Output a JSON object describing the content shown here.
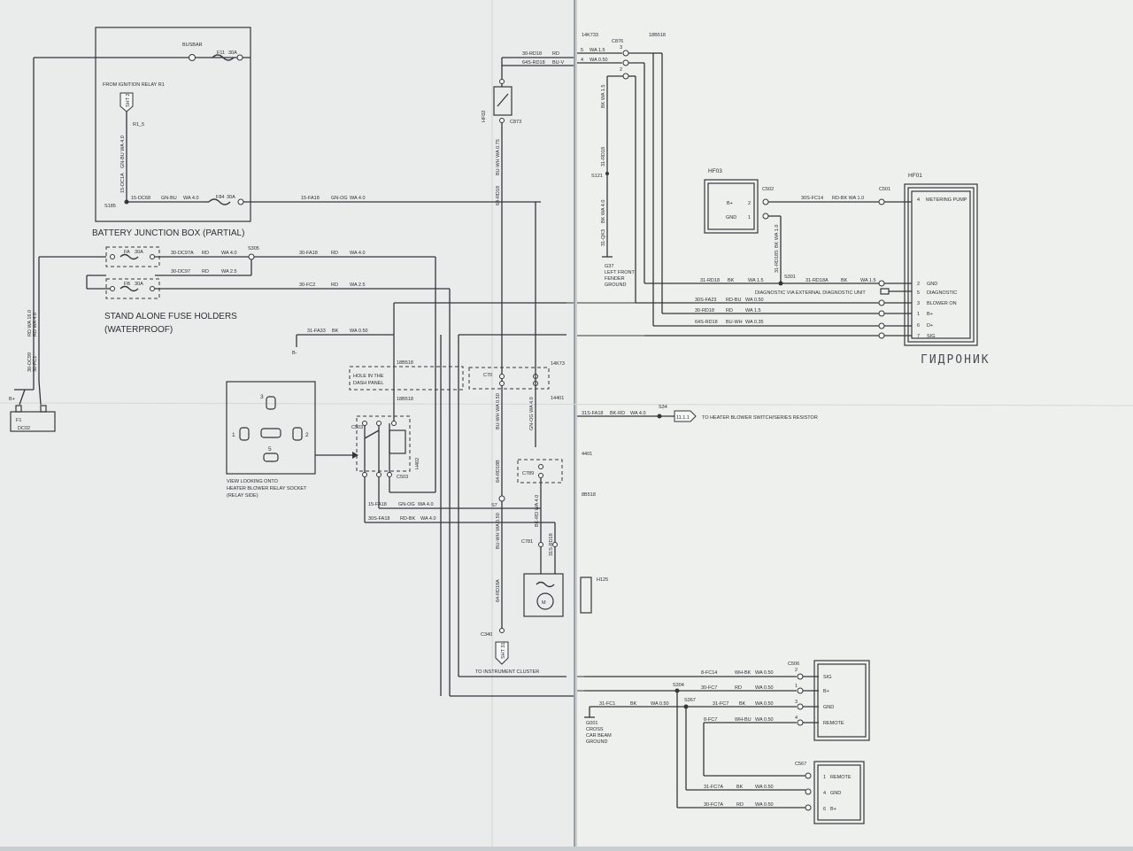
{
  "labels": {
    "busbar": "BUSBAR",
    "f11": "F11",
    "f11_amp": "30A",
    "from_ignition": "FROM IGNITION RELAY R1",
    "sht2": "SHT 2",
    "r1_5": "R1_5",
    "wire_15dc1a": "15-DC1A",
    "wire_gnbu_40_v": "GN-BU  WA  4.0",
    "s185": "S185",
    "wire_15dc68": "15-DC68",
    "gnbu": "GN-BU",
    "wa40": "WA  4.0",
    "f84": "F84",
    "f84_amp": "30A",
    "wire_15fa18": "15-FA18",
    "gnog": "GN-OG",
    "battery_junction_box": "BATTERY JUNCTION BOX (PARTIAL)",
    "fa": "FA",
    "fa_amp": "30A",
    "wire_30dc97a": "30-DC97A",
    "rd": "RD",
    "s305": "S305",
    "wire_30fa18": "30-FA18",
    "wire_30dc97": "30-DC97",
    "wa25": "WA  2.5",
    "fb": "FB",
    "fb_amp": "30A",
    "wire_30fc2": "30-FC2",
    "stand_alone_1": "STAND ALONE FUSE HOLDERS",
    "stand_alone_2": "(WATERPROOF)",
    "wire_31fa33": "31-FA33",
    "bk": "BK",
    "wa050": "WA  0.50",
    "b_minus": "B-",
    "wire_rd_wa160": "RD   WA  16.0",
    "wire_rd_wa40": "RD   WA  4.0",
    "wire_30dc99": "30-DC99",
    "wire_30fc1": "30-FC1",
    "b_plus": "B+",
    "dc02": "DC02",
    "f1": "F1",
    "view_1": "VIEW LOOKING ONTO",
    "view_2": "HEATER BLOWER RELAY SOCKET",
    "view_3": "(RELAY SIDE)",
    "pin1": "1",
    "pin2": "2",
    "pin3": "3",
    "pin5": "5",
    "hole_1": "HOLE IN THE",
    "hole_2": "DASH PANEL",
    "c_18b518_a": "18B518",
    "c_18b518_b": "18B518",
    "c503": "C503",
    "c503b": "C503",
    "h402": "H402",
    "wire_15fa18b": "15-FA18",
    "wire_30sfa18": "30S-FA18",
    "rdbk": "RD-BK",
    "wire_30rd18": "30-RD18",
    "wire_64srd18": "64S-RD18",
    "buv": "BU-V",
    "hf02": "HF02",
    "c873": "C873",
    "buwh_075": "BU-WH  WA  0.75",
    "wire_64srd18_v": "64-RD18",
    "c70": "C70",
    "c_14k73": "14K73",
    "c_14401": "14401",
    "gnog_v": "GN-OG  WA  4.0",
    "buwh_050": "BU-WH  WA  0.50",
    "wire_64srd18b": "64-RD18B",
    "c789": "C789",
    "c_4401": "4401",
    "c_8b518": "8B518",
    "s7": "S7",
    "bkrd_40": "BK-RD  WA  4.0",
    "wire_31srd18": "31S-RD18",
    "c781": "C781",
    "buwh_050b": "BU-WH  WA  0.50",
    "wire_64srd18a": "64-RD18A",
    "h125": "H125",
    "c340": "C340",
    "sht31": "SHT 31",
    "to_cluster": "TO INSTRUMENT CLUSTER",
    "c_14k733": "14K733",
    "c876": "C876",
    "c_18b518_r": "18B518",
    "wa15": "WA  1.5",
    "wa050r": "WA  0.50",
    "p5": "5",
    "p4": "4",
    "p3": "3",
    "p2": "2",
    "bk_wa15": "BK   WA  1.5",
    "wire_31rd18": "31-RD18",
    "s121": "S121",
    "bk_wa40": "BK   WA  4.0",
    "wire_31qk3": "31-QK3",
    "g37_1": "G37",
    "g37_2": "LEFT FRONT",
    "g37_3": "FENDER",
    "g37_4": "GROUND",
    "hf03": "HF03",
    "hf03_bplus": "B+",
    "hf03_gnd": "GND",
    "c502": "C502",
    "c502_p2": "2",
    "c502_p1": "1",
    "wire_30sfc14": "30S-FC14",
    "rdbk_10": "RD-BK   WA  1.0",
    "c501": "C501",
    "bk_wa10_v": "BK   WA  1.0",
    "wire_31rd18s": "31-RD18S",
    "s301": "S301",
    "wire_31rd18a": "31-RD18A",
    "hf01": "HF01",
    "metering_pump": "METERING PUMP",
    "hf01_p4": "4",
    "diag_ext": "DIAGNOSTIC VIA EXTERNAL DIAGNOSTIC UNIT",
    "wire_31rd18_r": "31-RD18",
    "bk_r": "BK",
    "wa15_r": "WA  1.5",
    "wire_30sfa23": "30S-FA23",
    "rdbu": "RD-BU",
    "wa050_r": "WA  0.50",
    "wire_30rd18_r": "30-RD18",
    "rd_r": "RD",
    "wa15_r2": "WA  1.5",
    "wire_64srd18_r": "64S-RD18",
    "buwh": "BU-WH",
    "wa035": "WA  0.35",
    "gnd": "GND",
    "diagnostic": "DIAGNOSTIC",
    "blower_on": "BLOWER ON",
    "bplus_pin": "B+",
    "dplus": "D+",
    "sig": "SIG",
    "pin_2": "2",
    "pin_5": "5",
    "pin_3": "3",
    "pin_1": "1",
    "pin_6": "6",
    "pin_7": "7",
    "handwritten": "ГИДРОНИК",
    "wire_31sfa18": "31S-FA18",
    "bkrd": "BK-RD",
    "wa40b": "WA  4.0",
    "s34": "S34",
    "c_1111": "11.1.1",
    "to_blower_switch": "TO HEATER BLOWER SWITCH/SERIES RESISTOR",
    "wire_8fc14": "8-FC14",
    "whbk": "WH-BK",
    "wa050_c": "WA  0.50",
    "s304": "S304",
    "wire_30fc7": "30-FC7",
    "rd_c": "RD",
    "wa050_c2": "WA  0.50",
    "wire_31fc1": "31-FC1",
    "bk_c": "BK",
    "wa050_c3": "WA  0.50",
    "s367": "S367",
    "wire_31fc7": "31-FC7",
    "bk_c2": "BK",
    "wa050_c4": "WA  0.50",
    "wire_8fc7": "8-FC7",
    "whbu": "WH-BU",
    "wa050_c5": "WA  0.50",
    "g001_1": "G001",
    "g001_2": "CROSS",
    "g001_3": "CAR BEAM",
    "g001_4": "GROUND",
    "c506": "C506",
    "c506_sig": "SIG",
    "c506_bplus": "B+",
    "c506_gnd": "GND",
    "c506_remote": "REMOTE",
    "c506_p2": "2",
    "c506_p1": "1",
    "c506_p3": "3",
    "c506_p4": "4",
    "c567": "C567",
    "c567_remote": "REMOTE",
    "c567_gnd": "GND",
    "c567_bplus": "B+",
    "c567_p1": "1",
    "c567_p4": "4",
    "c567_p6": "6",
    "wire_31fc7a": "31-FC7A",
    "bk_d": "BK",
    "wa050_d": "WA  0.50",
    "wire_30fc7a": "30-FC7A",
    "rd_d": "RD",
    "wa050_d2": "WA  0.50"
  }
}
